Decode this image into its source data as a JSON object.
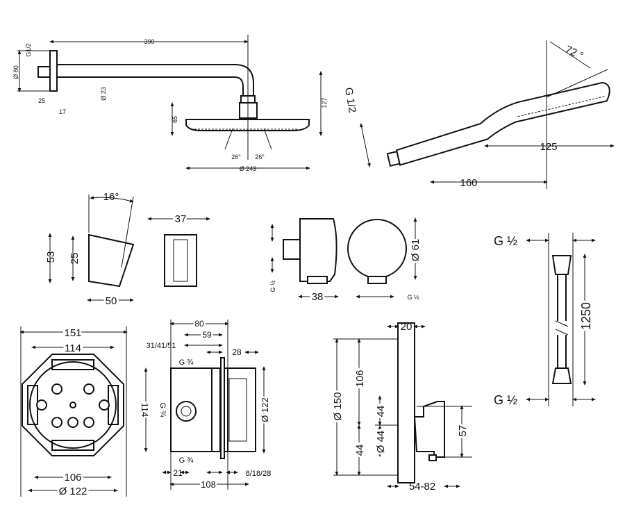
{
  "rain_shower": {
    "arm_length": "390",
    "flange_diameter": "Ø 80",
    "thread": "G1/2",
    "arm_diameter": "Ø 23",
    "flange_offset": "25",
    "flange_depth": "17",
    "head_height": "65",
    "drop": "127",
    "angle_left": "26°",
    "angle_right": "26°",
    "head_diameter": "Ø 243"
  },
  "hand_shower": {
    "angle": "72 °",
    "thread": "G 1/2",
    "head_length": "125",
    "total_length": "160"
  },
  "holder": {
    "angle": "16°",
    "height": "53",
    "mount_height": "25",
    "depth": "50",
    "width": "37"
  },
  "wall_outlet": {
    "thread_side": "G ½",
    "depth": "38",
    "diameter": "Ø 61",
    "thread_bottom": "G ½"
  },
  "hose": {
    "thread_top": "G ½",
    "length": "1250",
    "thread_bottom": "G ½"
  },
  "ibox_front": {
    "outer": "151",
    "inner_top": "114",
    "inner_bottom": "106",
    "diameter": "Ø 122"
  },
  "ibox_side": {
    "width": "80",
    "inner": "59",
    "depth_options": "31/41/51",
    "cover": "28",
    "thread_top": "G ¾",
    "height": "114",
    "thread_mid": "G ¾",
    "diameter": "Ø 122",
    "thread_bottom": "G ¾",
    "offset": "21",
    "extension_options": "8/18/28",
    "total": "108"
  },
  "thermostat": {
    "plate_depth": "20",
    "plate_diameter": "Ø 150",
    "upper": "106",
    "knob_diameter": "Ø 44",
    "knob_offset_top": "44",
    "knob_offset_bottom": "44",
    "knob_height": "57",
    "projection": "54-82"
  }
}
